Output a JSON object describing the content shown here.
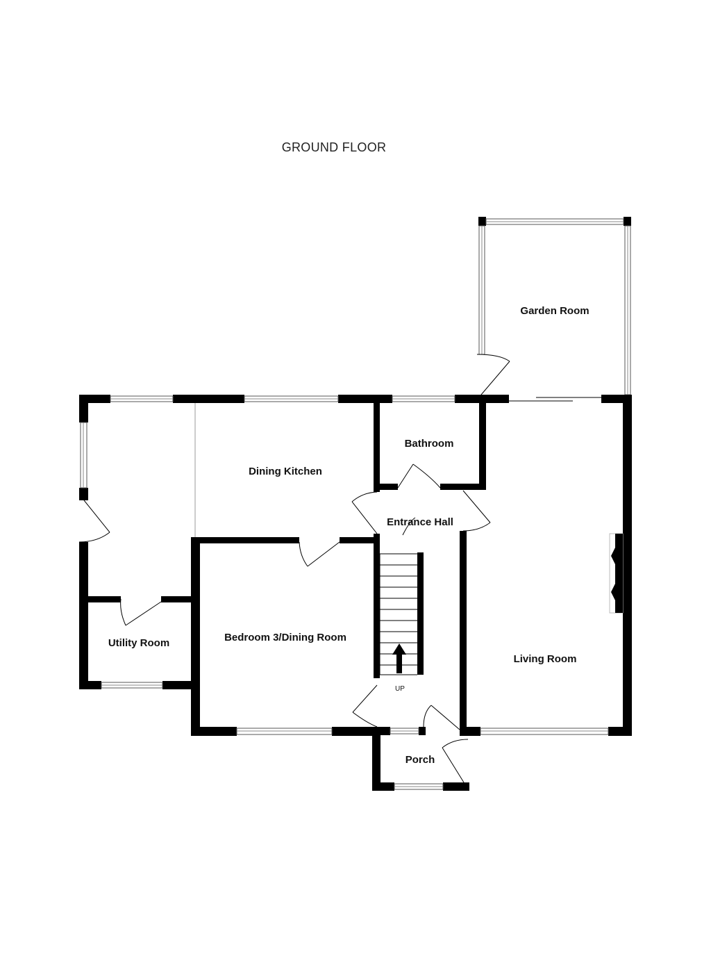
{
  "floor": {
    "title": "GROUND FLOOR"
  },
  "rooms": {
    "garden_room": "Garden Room",
    "bathroom": "Bathroom",
    "dining_kitchen": "Dining Kitchen",
    "entrance_hall": "Entrance Hall",
    "utility_room": "Utility Room",
    "bedroom3_dining": "Bedroom 3/Dining Room",
    "living_room": "Living Room",
    "porch": "Porch"
  },
  "stairs": {
    "direction_label": "UP"
  }
}
